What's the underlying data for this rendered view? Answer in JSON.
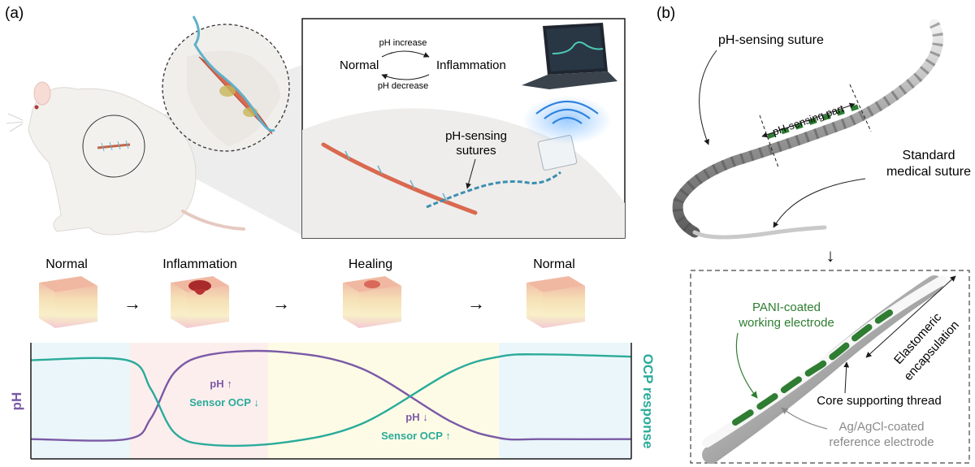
{
  "panels": {
    "a": "(a)",
    "b": "(b)"
  },
  "inset": {
    "normal": "Normal",
    "inflammation": "Inflammation",
    "ph_increase": "pH increase",
    "ph_decrease": "pH decrease",
    "sutures_line1": "pH-sensing",
    "sutures_line2": "sutures"
  },
  "stages": [
    "Normal",
    "Inflammation",
    "Healing",
    "Normal"
  ],
  "arrow_glyph": "→",
  "chart_data": {
    "type": "line",
    "title": "",
    "ylabel_left": "pH",
    "ylabel_right": "OCP response",
    "xlim": [
      0,
      1
    ],
    "ylim": [
      0,
      1
    ],
    "phases": [
      {
        "stage": "Normal",
        "start": 0.0,
        "end": 0.165,
        "color": "#eaf6fa"
      },
      {
        "stage": "Inflammation",
        "start": 0.165,
        "end": 0.395,
        "color": "#fdeeee"
      },
      {
        "stage": "Healing",
        "start": 0.395,
        "end": 0.78,
        "color": "#fdfbe6"
      },
      {
        "stage": "Normal",
        "start": 0.78,
        "end": 1.0,
        "color": "#eaf6fa"
      }
    ],
    "series": [
      {
        "key": "ph",
        "color": "#7b5aa6",
        "x": [
          0,
          0.16,
          0.2,
          0.24,
          0.3,
          0.42,
          0.55,
          0.7,
          0.78,
          0.85,
          1.0
        ],
        "y": [
          0.17,
          0.17,
          0.35,
          0.75,
          0.9,
          0.92,
          0.78,
          0.32,
          0.18,
          0.17,
          0.17
        ]
      },
      {
        "key": "ocp",
        "color": "#2bab9a",
        "x": [
          0,
          0.16,
          0.2,
          0.24,
          0.3,
          0.42,
          0.55,
          0.7,
          0.78,
          0.85,
          1.0
        ],
        "y": [
          0.85,
          0.85,
          0.6,
          0.22,
          0.12,
          0.14,
          0.3,
          0.75,
          0.88,
          0.9,
          0.88
        ]
      }
    ],
    "annotations": [
      {
        "text": "pH ↑",
        "color": "#7b5aa6"
      },
      {
        "text": "Sensor OCP ↓",
        "color": "#2bab9a"
      },
      {
        "text": "pH ↓",
        "color": "#7b5aa6"
      },
      {
        "text": "Sensor OCP ↑",
        "color": "#2bab9a"
      }
    ]
  },
  "panel_b": {
    "ph_sensing_suture": "pH-sensing suture",
    "ph_sensing_part": "pH-sensing part",
    "standard_line1": "Standard",
    "standard_line2": "medical suture",
    "down_arrow": "↓",
    "pani_line1": "PANI-coated",
    "pani_line2": "working electrode",
    "elastomeric_line1": "Elastomeric",
    "elastomeric_line2": "encapsulation",
    "core": "Core supporting thread",
    "ref_line1": "Ag/AgCl-coated",
    "ref_line2": "reference electrode"
  },
  "colors": {
    "green": "#2e7d32",
    "teal": "#2bab9a",
    "purple": "#7b5aa6",
    "gray_label": "#8a8a8a"
  }
}
